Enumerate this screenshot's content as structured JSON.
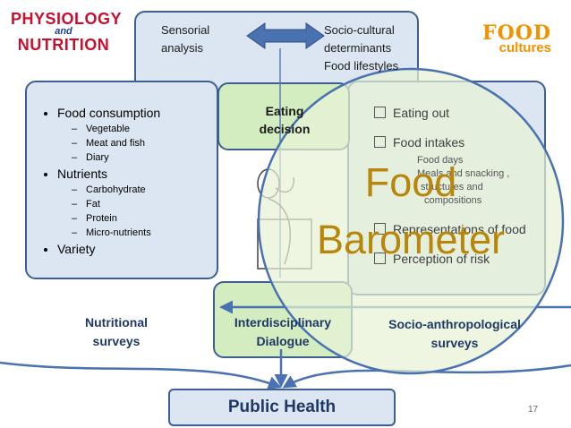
{
  "logo_left": {
    "line1": "PHYSIOLOGY",
    "line2": "and",
    "line3": "NUTRITION"
  },
  "logo_right": {
    "line1": "FOOD",
    "line2": "cultures"
  },
  "top_box": {
    "left_label": "Sensorial analysis",
    "right_label_1": "Socio-cultural",
    "right_label_2": "determinants",
    "right_label_3": "Food lifestyles"
  },
  "left_box": {
    "items": [
      {
        "label": "Food consumption",
        "sub": [
          "Vegetable",
          "Meat and fish",
          "Diary"
        ]
      },
      {
        "label": "Nutrients",
        "sub": [
          "Carbohydrate",
          "Fat",
          "Protein",
          "Micro-nutrients"
        ]
      },
      {
        "label": "Variety",
        "sub": []
      }
    ]
  },
  "center_box": {
    "label_1": "Eating",
    "label_2": "decision"
  },
  "right_box": {
    "items": [
      {
        "label": "Eating out",
        "sub": []
      },
      {
        "label": "Food intakes",
        "sub": [
          "Food days",
          "Meals and snacking ,",
          "structures and",
          "compositions"
        ]
      },
      {
        "label": "Representations of food",
        "sub": []
      },
      {
        "label": "Perception of risk",
        "sub": []
      }
    ]
  },
  "barometer": {
    "line1": "Food",
    "line2": "Barometer"
  },
  "nutritional_surveys": {
    "line1": "Nutritional",
    "line2": "surveys"
  },
  "dialogue_box": {
    "line1": "Interdisciplinary",
    "line2": "Dialogue"
  },
  "socio_surveys": {
    "line1": "Socio-anthropological",
    "line2": "surveys"
  },
  "public_health": {
    "label": "Public  Health"
  },
  "page_number": "17",
  "colors": {
    "box_border": "#3f5f8f",
    "blue_fill": "#dce6f2",
    "green_fill": "#d3ecc0",
    "barometer_text": "#b8860b",
    "arrow": "#4a72b0"
  }
}
